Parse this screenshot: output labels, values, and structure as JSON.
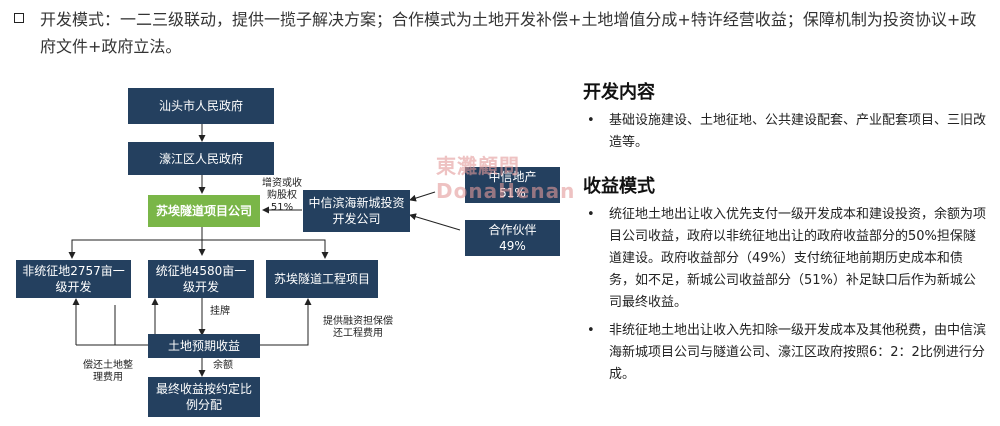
{
  "intro": "开发模式：一二三级联动，提供一揽子解决方案；合作模式为土地开发补偿+土地增值分成+特许经营收益；保障机制为投资协议+政府文件+政府立法。",
  "diagram": {
    "shantou": "汕头市人民政府",
    "haojiang": "濠江区人民政府",
    "project_co": "苏埃隧道项目公司",
    "citic_dev": "中信滨海新城投资开发公司",
    "citic_re": {
      "name": "中信地产",
      "pct": "51%"
    },
    "partner": {
      "name": "合作伙伴",
      "pct": "49%"
    },
    "non_land": "非统征地2757亩一级开发",
    "land": "统征地4580亩一级开发",
    "tunnel": "苏埃隧道工程项目",
    "income": "土地预期收益",
    "final": "最终收益按约定比例分配",
    "note_buy": "增资或收购股权51%",
    "note_listing": "挂牌",
    "note_repay_land": "偿还土地整理费用",
    "note_guarantee": "提供融资担保偿还工程费用",
    "note_surplus": "余额",
    "watermark": "東灘顧問 DonaHenan"
  },
  "right": {
    "dev_title": "开发内容",
    "dev_items": [
      "基础设施建设、土地征地、公共建设配套、产业配套项目、三旧改造等。"
    ],
    "income_title": "收益模式",
    "income_items": [
      "统征地土地出让收入优先支付一级开发成本和建设投资，余额为项目公司收益，政府以非统征地出让的政府收益部分的50%担保隧道建设。政府收益部分（49%）支付统征地前期历史成本和债务，如不足，新城公司收益部分（51%）补足缺口后作为新城公司最终收益。",
      "非统征地土地出让收入先扣除一级开发成本及其他税费，由中信滨海新城项目公司与隧道公司、濠江区政府按照6：2：2比例进行分成。"
    ],
    "bullet": "•"
  }
}
